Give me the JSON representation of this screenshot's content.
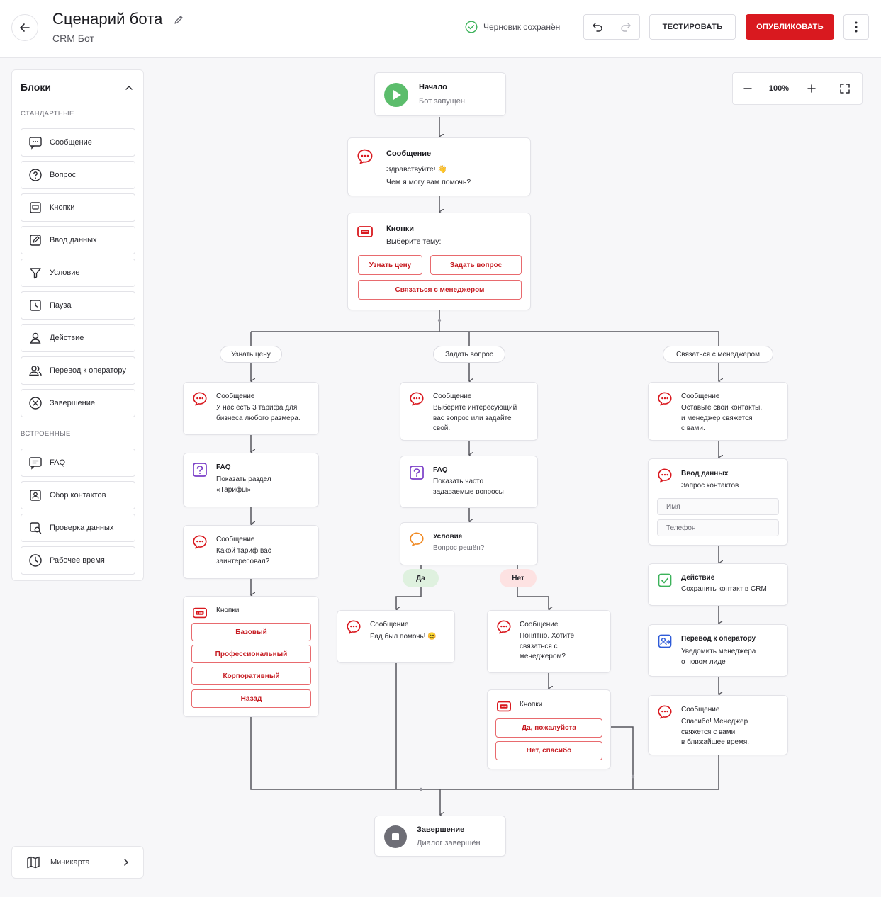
{
  "header": {
    "title": "Сценарий бота",
    "subtitle": "CRM Бот",
    "saved_status": "Черновик сохранён",
    "test_label": "ТЕСТИРОВАТЬ",
    "publish_label": "ОПУБЛИКОВАТЬ"
  },
  "sidebar": {
    "title": "Блоки",
    "standard_label": "СТАНДАРТНЫЕ",
    "standard_items": [
      "Сообщение",
      "Вопрос",
      "Кнопки",
      "Ввод данных",
      "Условие",
      "Пауза",
      "Действие",
      "Перевод к оператору",
      "Завершение"
    ],
    "builtin_label": "ВСТРОЕННЫЕ",
    "builtin_items": [
      "FAQ",
      "Сбор контактов",
      "Проверка данных",
      "Рабочее время"
    ],
    "minimap_label": "Миникарта"
  },
  "zoom": {
    "level": "100%"
  },
  "colors": {
    "accent": "#d9191f",
    "success": "#3cb25a",
    "condition": "#f08a24",
    "faq": "#7b3fc8",
    "action": "#3cb25a",
    "operator": "#2e5bd8"
  },
  "flow": {
    "start": {
      "title": "Начало",
      "sub": "Бот запущен"
    },
    "greeting": {
      "title": "Сообщение",
      "text": "Здравствуйте! 👋\nЧем я могу вам помочь?"
    },
    "topic_buttons": {
      "title": "Кнопки",
      "text": "Выберите тему:",
      "options": [
        "Узнать цену",
        "Задать вопрос",
        "Связаться с менеджером"
      ]
    },
    "branch_labels": [
      "Узнать цену",
      "Задать вопрос",
      "Связаться с менеджером"
    ],
    "price": {
      "msg1": {
        "title": "Сообщение",
        "text": "У нас есть 3 тарифа для\nбизнеса любого размера."
      },
      "faq": {
        "title": "FAQ",
        "text": "Показать раздел\n«Тарифы»"
      },
      "msg2": {
        "title": "Сообщение",
        "text": "Какой тариф вас\nзаинтересовал?"
      },
      "buttons": {
        "title": "Кнопки",
        "options": [
          "Базовый",
          "Профессиональный",
          "Корпоративный",
          "Назад"
        ]
      }
    },
    "question": {
      "msg1": {
        "title": "Сообщение",
        "text": "Выберите интересующий\nвас вопрос или задайте\nсвой."
      },
      "faq": {
        "title": "FAQ",
        "text": "Показать часто\nзадаваемые вопросы"
      },
      "condition": {
        "title": "Условие",
        "text": "Вопрос решён?"
      },
      "yes_label": "Да",
      "no_label": "Нет",
      "yes_msg": {
        "title": "Сообщение",
        "text": "Рад был помочь! 😊"
      },
      "no_msg": {
        "title": "Сообщение",
        "text": "Понятно. Хотите\nсвязаться с\nменеджером?"
      },
      "no_buttons": {
        "title": "Кнопки",
        "options": [
          "Да, пожалуйста",
          "Нет, спасибо"
        ]
      }
    },
    "manager": {
      "msg1": {
        "title": "Сообщение",
        "text": "Оставьте свои контакты,\nи менеджер свяжется\nс вами."
      },
      "input": {
        "title": "Ввод данных",
        "text": "Запрос контактов",
        "fields": [
          "Имя",
          "Телефон"
        ]
      },
      "action": {
        "title": "Действие",
        "text": "Сохранить контакт в CRM"
      },
      "operator": {
        "title": "Перевод к оператору",
        "text": "Уведомить менеджера\nо новом лиде"
      },
      "msg2": {
        "title": "Сообщение",
        "text": "Спасибо! Менеджер\nсвяжется с вами\nв ближайшее время."
      }
    },
    "end": {
      "title": "Завершение",
      "sub": "Диалог завершён"
    }
  }
}
